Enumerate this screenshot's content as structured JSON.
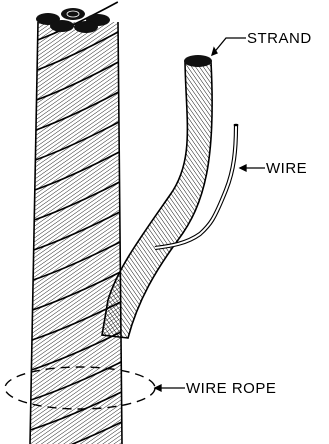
{
  "labels": {
    "strand": "STRAND",
    "wire": "WIRE",
    "wire_rope": "WIRE ROPE"
  },
  "colors": {
    "line": "#000000",
    "background": "#ffffff"
  }
}
